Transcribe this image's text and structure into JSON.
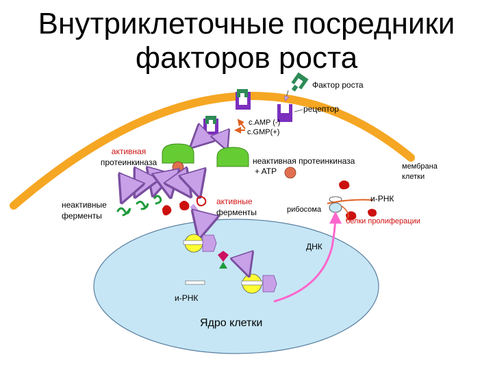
{
  "title": {
    "line1": "Внутриклеточные посредники",
    "line2": "факторов роста"
  },
  "labels": {
    "growth_factor": "Фактор роста",
    "receptor": "рецептор",
    "camp": "c.AMP (-)",
    "cgmp": "c.GMP(+)",
    "active_kinase_1": "активная",
    "active_kinase_2": "протеинкиназа",
    "inactive_kinase_1": "неактивная протеинкиназа",
    "inactive_kinase_2": "+ ATP",
    "membrane_1": "мембрана",
    "membrane_2": "клетки",
    "inactive_enzymes_1": "неактивные",
    "inactive_enzymes_2": "ферменты",
    "active_enzymes_1": "активные",
    "active_enzymes_2": "ферменты",
    "ribosome": "рибосома",
    "mrna_top": "и-РНК",
    "proliferation_proteins": "белки пролиферации",
    "dna": "ДНК",
    "mrna_nucleus": "и-РНК",
    "nucleus": "Ядро клетки"
  },
  "colors": {
    "membrane": "#f5a623",
    "receptor": "#7b2fbe",
    "growth_factor": "#2e8b57",
    "kinase": "#66cc33",
    "atp": "#e07050",
    "arrows": "#c8a0e8",
    "nucleus": "#c6e6f5",
    "pink_arrow": "#ff66cc",
    "red_text": "#d01010",
    "dna_yellow": "#ffff33"
  }
}
